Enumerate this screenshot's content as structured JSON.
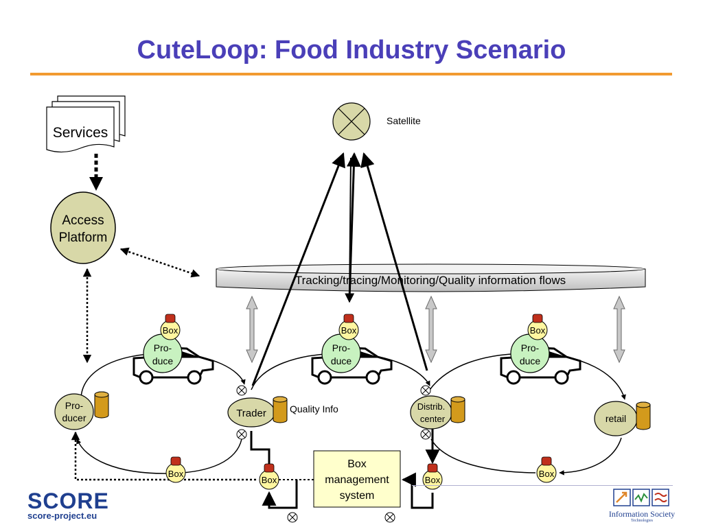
{
  "title": "CuteLoop: Food Industry Scenario",
  "nodes": {
    "services": "Services",
    "access_platform": [
      "Access",
      "Platform"
    ],
    "satellite": "Satellite",
    "flows_bar": "Tracking/tracing/Monitoring/Quality information flows",
    "producer": [
      "Pro-",
      "ducer"
    ],
    "trader": "Trader",
    "quality_info": "Quality Info",
    "distrib_center": [
      "Distrib.",
      "center"
    ],
    "retail": "retail",
    "produce": [
      "Pro-",
      "duce"
    ],
    "box": "Box",
    "box_management": [
      "Box",
      "management",
      "system"
    ]
  },
  "footer": {
    "score": "SCORE",
    "score_url": "score-project.eu",
    "ist": "Information Society",
    "ist_sub": "Technologies"
  },
  "colors": {
    "title": "#4a3fb8",
    "rule": "#f29a30",
    "olive_node": "#d8d8a8",
    "produce_node": "#c8f2c0",
    "box_node": "#fff6a0",
    "box_cap": "#c0301c",
    "cylinder": "#d39a1c",
    "management_box": "#ffffcc"
  }
}
